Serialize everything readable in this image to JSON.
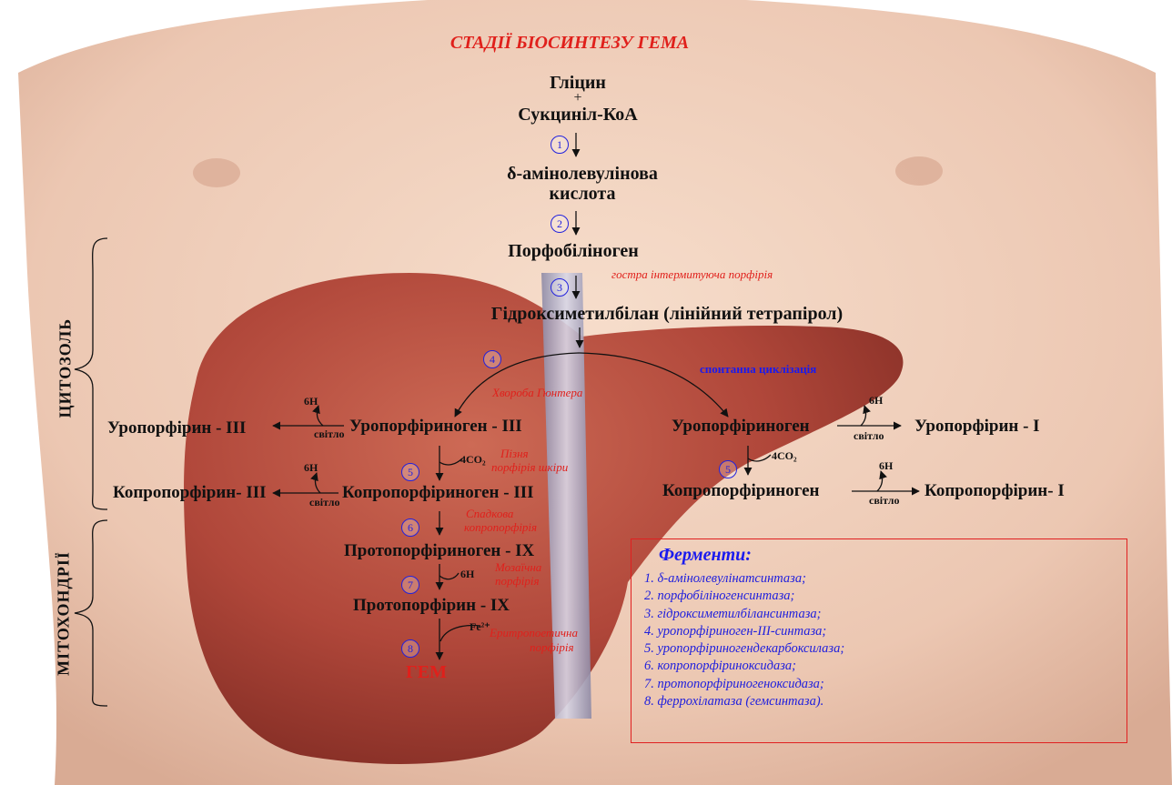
{
  "title": "СТАДІЇ БІОСИНТЕЗУ ГЕМА",
  "main_pathway": {
    "glycine": "Гліцин",
    "plus": "+",
    "succinyl_coa": "Сукциніл-КоА",
    "ala_line1": "δ-амінолевулінова",
    "ala_line2": "кислота",
    "porphobilinogen": "Порфобіліноген",
    "hydroxymethylbilane": "Гідроксиметилбілан (лінійний тетрапірол)",
    "uroporphyrinogen_iii": "Уропорфіриноген - ІІІ",
    "coproporphyrinogen_iii": "Копропорфіриноген - ІІІ",
    "protoporphyrinogen_ix": "Протопорфіриноген - ІХ",
    "protoporphyrin_ix": "Протопорфірин - ІХ",
    "heme": "ГЕМ"
  },
  "side_products": {
    "uroporphyrin_iii": "Уропорфірин - ІІІ",
    "coproporphyrin_iii": "Копропорфірин- ІІІ",
    "uroporphyrinogen": "Уропорфіриноген",
    "uroporphyrin_i": "Уропорфірин - І",
    "coproporphyrinogen": "Копропорфіриноген",
    "coproporphyrin_i": "Копропорфірин- І"
  },
  "reaction_labels": {
    "h6": "6Н",
    "light": "світло",
    "co2_4": "4CO₂",
    "fe2": "Fe²⁺"
  },
  "steps": [
    "1",
    "2",
    "3",
    "4",
    "5",
    "6",
    "7",
    "8"
  ],
  "diseases": {
    "acute_intermittent": "гостра інтермитуюча порфірія",
    "gunther": "Хвороба Гюнтера",
    "late_skin_1": "Пізня",
    "late_skin_2": "порфірія шкіри",
    "hereditary_copro_1": "Спадкова",
    "hereditary_copro_2": "копропорфірія",
    "variegate_1": "Мозаїчна",
    "variegate_2": "порфірія",
    "erythropoietic_1": "Еритропоетична",
    "erythropoietic_2": "порфірія"
  },
  "spontaneous_cyclization": "спонтанна циклізація",
  "compartments": {
    "cytosol": "ЦИТОЗОЛЬ",
    "mitochondria": "МІТОХОНДРІЇ"
  },
  "enzymes": {
    "title": "Ферменти:",
    "items": [
      "1.  δ-амінолевулінатсинтаза;",
      "2.  порфобіліногенсинтаза;",
      "3.  гідроксиметилбілансинтаза;",
      "4.  уропорфіриноген-ІІІ-синтаза;",
      "5.  уропорфіриногендекарбоксилаза;",
      "6.  копропорфіриноксидаза;",
      "7.  протопорфіриногеноксидаза;",
      "8.  феррохілатаза (гемсинтаза)."
    ]
  },
  "colors": {
    "title": "#e0201b",
    "disease": "#e0201b",
    "step_circle": "#2222dd",
    "enzyme_text": "#2020dd",
    "box_border": "#e02020",
    "skin": "#f0d2bf",
    "liver": "#b3473a"
  }
}
